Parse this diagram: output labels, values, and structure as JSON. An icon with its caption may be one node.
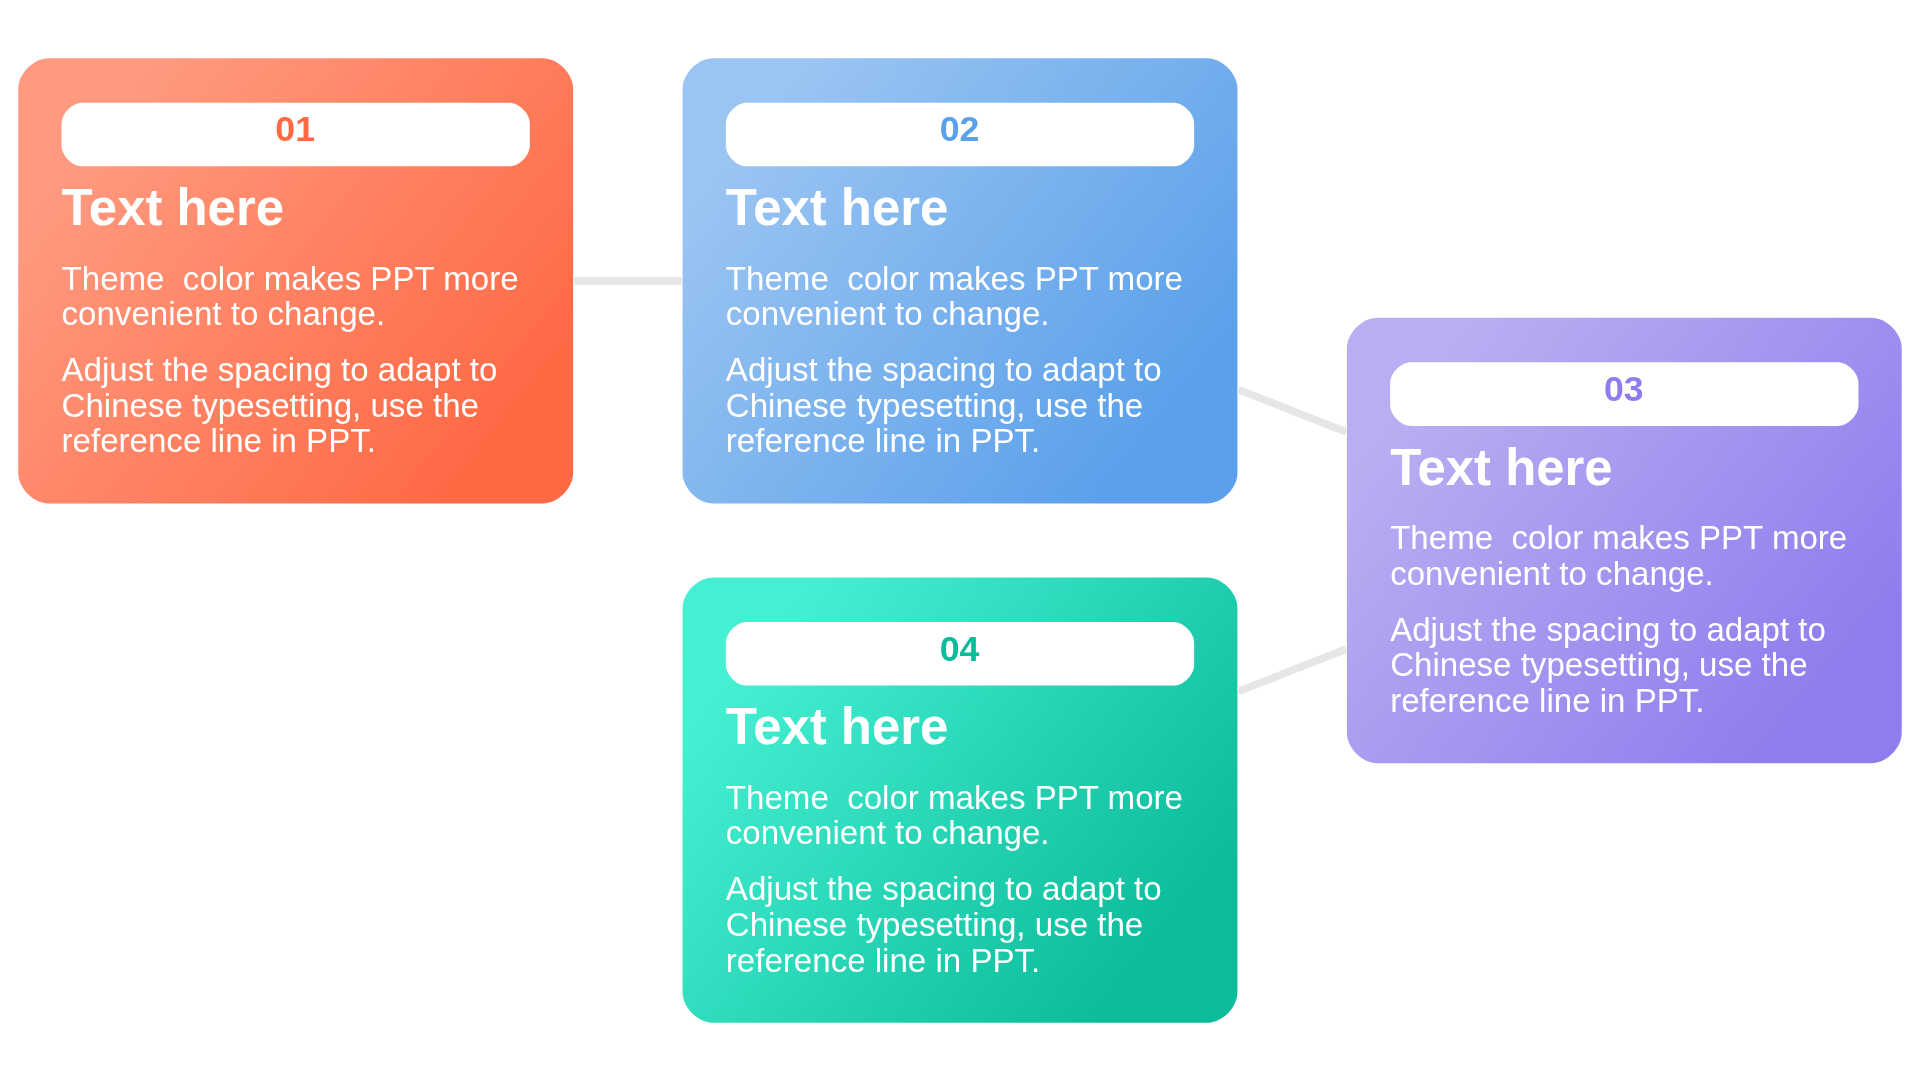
{
  "diagram": {
    "nodes": [
      {
        "text": [
          "01",
          "Text here",
          "Theme  color makes PPT more convenient to change.",
          "Adjust the spacing to adapt to Chinese typesetting, use the reference line in PPT."
        ]
      },
      {
        "text": [
          "02",
          "Text here",
          "Theme  color makes PPT more convenient to change.",
          "Adjust the spacing to adapt to Chinese typesetting, use the reference line in PPT."
        ]
      },
      {
        "text": [
          "03",
          "Text here",
          "Theme  color makes PPT more convenient to change.",
          "Adjust the spacing to adapt to Chinese typesetting, use the reference line in PPT."
        ]
      },
      {
        "text": [
          "04",
          "Text here",
          "Theme  color makes PPT more convenient to change.",
          "Adjust the spacing to adapt to Chinese typesetting, use the reference line in PPT."
        ]
      }
    ],
    "edges": [
      {
        "from": 0,
        "to": 1,
        "arrow": "none"
      },
      {
        "from": 1,
        "to": 2,
        "arrow": "none"
      },
      {
        "from": 3,
        "to": 2,
        "arrow": "none"
      }
    ]
  }
}
